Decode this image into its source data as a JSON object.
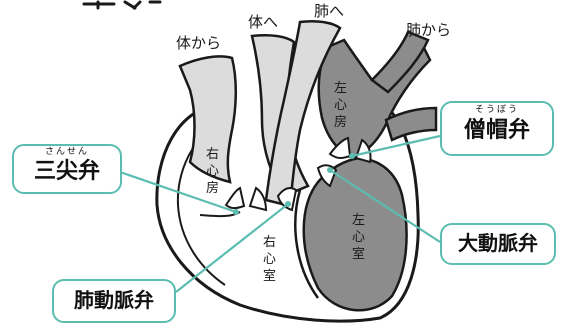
{
  "colors": {
    "callout_border": "#5bbdb0",
    "callout_line": "#5bbdb0",
    "outline": "#1a1a1a",
    "left_heart_fill": "#8c8c8c",
    "artery_fill": "#dcdcdc",
    "right_heart_fill": "#ffffff"
  },
  "vessels": {
    "vena_cava_upper_from": "体から",
    "aorta_to_body": "体へ",
    "pulmonary_artery_to": "肺へ",
    "pulmonary_vein_from": "肺から"
  },
  "chambers": {
    "right_atrium": [
      "右",
      "心",
      "房"
    ],
    "right_ventricle": [
      "右",
      "心",
      "室"
    ],
    "left_atrium": [
      "左",
      "心",
      "房"
    ],
    "left_ventricle": [
      "左",
      "心",
      "室"
    ]
  },
  "valves": {
    "tricuspid": {
      "label": "三尖弁",
      "furigana": "さんせん"
    },
    "mitral": {
      "label": "僧帽弁",
      "furigana": "そうぼう"
    },
    "aortic": {
      "label": "大動脈弁"
    },
    "pulmonary": {
      "label": "肺動脈弁"
    }
  }
}
